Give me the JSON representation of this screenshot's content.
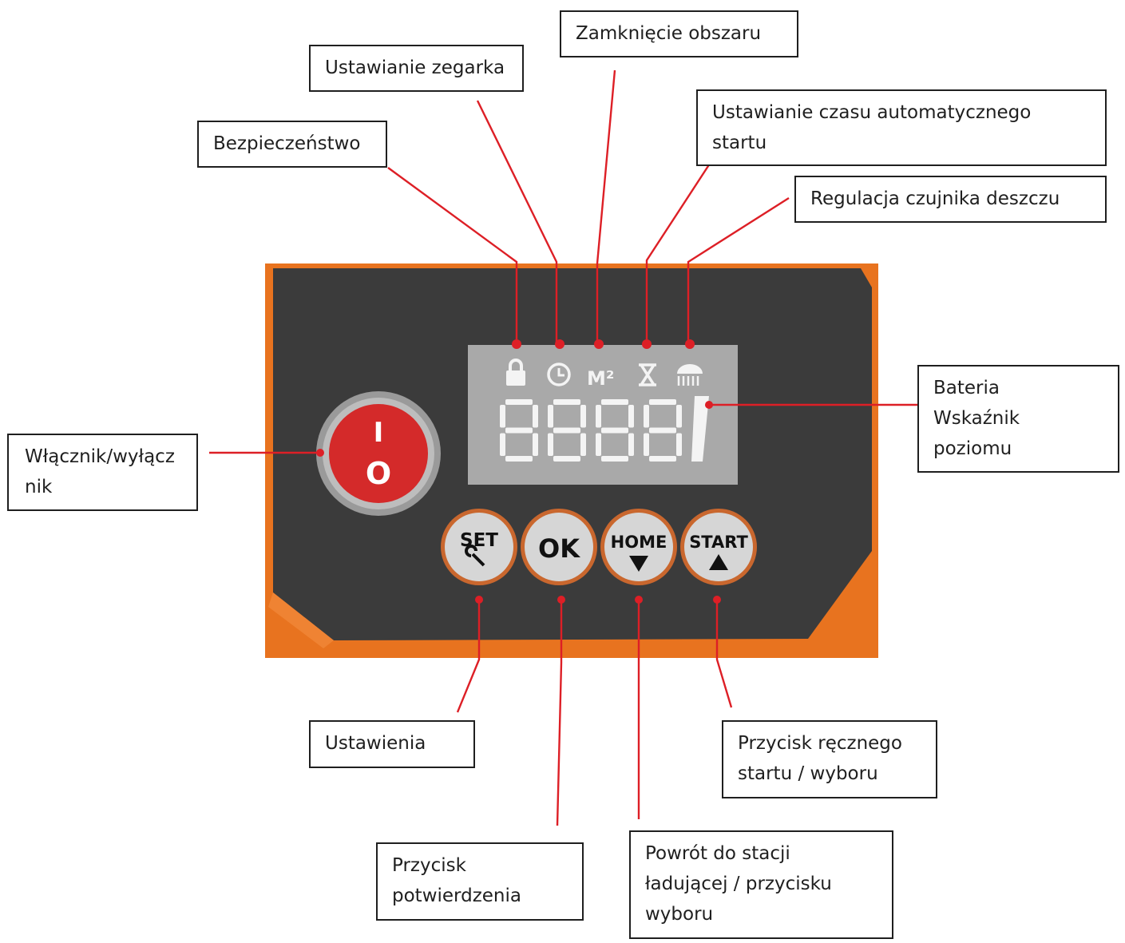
{
  "panel": {
    "power_button": {
      "top_symbol": "I",
      "bottom_symbol": "O"
    },
    "buttons": [
      {
        "key": "set",
        "label": "SET",
        "icon": "wrench-icon"
      },
      {
        "key": "ok",
        "label": "OK"
      },
      {
        "key": "home",
        "label": "HOME",
        "icon": "arrow-down-icon"
      },
      {
        "key": "start",
        "label": "START",
        "icon": "arrow-up-icon"
      }
    ],
    "display": {
      "digits": "8888",
      "icons": [
        "lock-icon",
        "clock-icon",
        "m2-icon",
        "hourglass-icon",
        "rain-sensor-icon"
      ],
      "m2_label": "M²"
    },
    "colors": {
      "casing": "#e8731f",
      "face": "#3b3b3b",
      "lcd": "#a9a9a9",
      "power": "#d42a2a",
      "leader": "#dd1f26"
    }
  },
  "labels": {
    "safety": "Bezpieczeństwo",
    "clock": "Ustawianie zegarka",
    "area_close": "Zamknięcie obszaru",
    "auto_start_line1": "Ustawianie czasu automatycznego",
    "auto_start_line2": "startu",
    "rain_sensor": "Regulacja czujnika deszczu",
    "battery_line1": "Bateria",
    "battery_line2": "Wskaźnik",
    "battery_line3": "poziomu",
    "power_line1": "Włącznik/wyłącz",
    "power_line2": "nik",
    "settings": "Ustawienia",
    "confirm_line1": "Przycisk",
    "confirm_line2": "potwierdzenia",
    "home_line1": "Powrót do stacji",
    "home_line2": "ładującej / przycisku",
    "home_line3": "wyboru",
    "manual_start_line1": "Przycisk ręcznego",
    "manual_start_line2": "startu / wyboru"
  }
}
